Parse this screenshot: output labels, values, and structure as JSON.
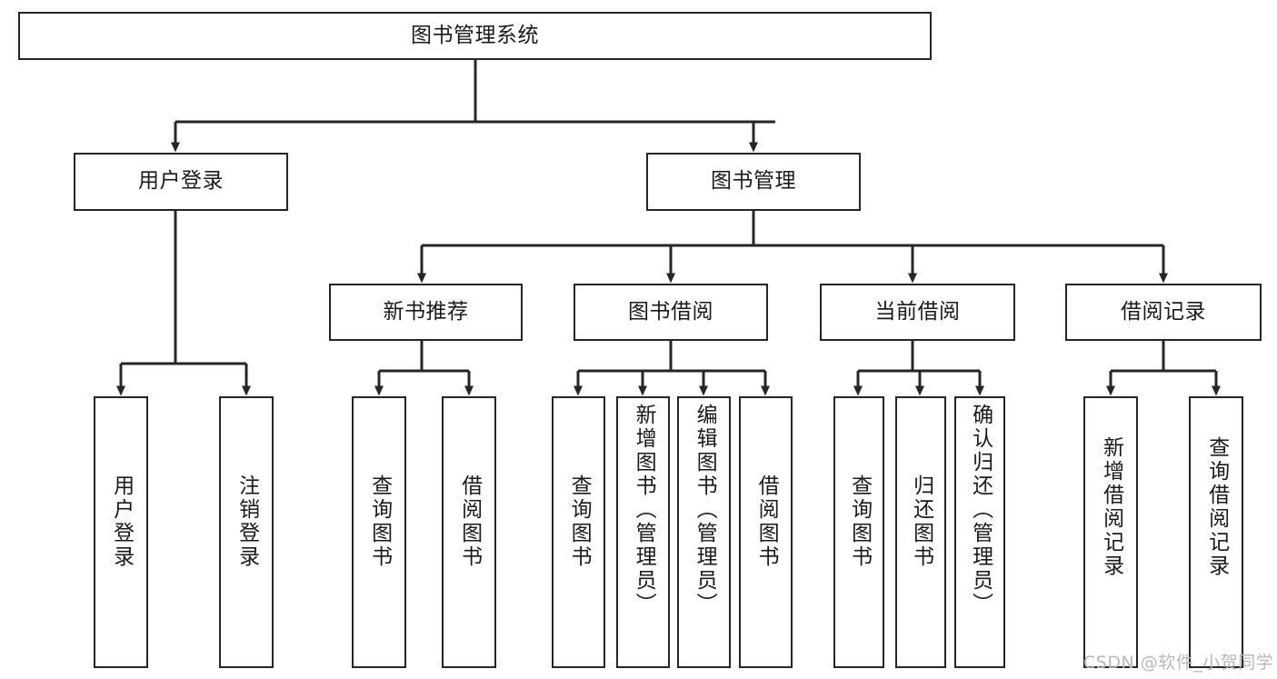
{
  "diagram": {
    "type": "tree",
    "title": "图书管理系统",
    "orientation": "top-down",
    "colors": {
      "background": "#ffffff",
      "node_border": "#262626",
      "node_fill": "#ffffff",
      "edge": "#262626",
      "label_text": "#1a1a1a",
      "watermark_text": "#b9b9b9"
    },
    "levels": [
      {
        "level": 1,
        "nodes": [
          {
            "id": "root",
            "label": "图书管理系统",
            "text_direction": "horizontal"
          }
        ]
      },
      {
        "level": 2,
        "nodes": [
          {
            "id": "user_login",
            "label": "用户登录",
            "text_direction": "horizontal"
          },
          {
            "id": "book_mgmt",
            "label": "图书管理",
            "text_direction": "horizontal"
          }
        ]
      },
      {
        "level": 3,
        "nodes": [
          {
            "id": "new_book_rec",
            "label": "新书推荐",
            "text_direction": "horizontal"
          },
          {
            "id": "book_borrow",
            "label": "图书借阅",
            "text_direction": "horizontal"
          },
          {
            "id": "current_borrow",
            "label": "当前借阅",
            "text_direction": "horizontal"
          },
          {
            "id": "borrow_record",
            "label": "借阅记录",
            "text_direction": "horizontal"
          }
        ]
      },
      {
        "level": 4,
        "nodes": [
          {
            "id": "leaf_user_login",
            "label": "用户登录",
            "text_direction": "vertical",
            "parent": "user_login"
          },
          {
            "id": "leaf_logout",
            "label": "注销登录",
            "text_direction": "vertical",
            "parent": "user_login"
          },
          {
            "id": "leaf_query_book_1",
            "label": "查询图书",
            "text_direction": "vertical",
            "parent": "new_book_rec"
          },
          {
            "id": "leaf_borrow_book_1",
            "label": "借阅图书",
            "text_direction": "vertical",
            "parent": "new_book_rec"
          },
          {
            "id": "leaf_query_book_2",
            "label": "查询图书",
            "text_direction": "vertical",
            "parent": "book_borrow"
          },
          {
            "id": "leaf_add_book",
            "label": "新增图书（管理员）",
            "text_direction": "vertical",
            "parent": "book_borrow"
          },
          {
            "id": "leaf_edit_book",
            "label": "编辑图书（管理员）",
            "text_direction": "vertical",
            "parent": "book_borrow"
          },
          {
            "id": "leaf_borrow_book_2",
            "label": "借阅图书",
            "text_direction": "vertical",
            "parent": "book_borrow"
          },
          {
            "id": "leaf_query_book_3",
            "label": "查询图书",
            "text_direction": "vertical",
            "parent": "current_borrow"
          },
          {
            "id": "leaf_return_book",
            "label": "归还图书",
            "text_direction": "vertical",
            "parent": "current_borrow"
          },
          {
            "id": "leaf_confirm_return",
            "label": "确认归还（管理员）",
            "text_direction": "vertical",
            "parent": "current_borrow"
          },
          {
            "id": "leaf_add_record",
            "label": "新增借阅记录",
            "text_direction": "vertical",
            "parent": "borrow_record"
          },
          {
            "id": "leaf_query_record",
            "label": "查询借阅记录",
            "text_direction": "vertical",
            "parent": "borrow_record"
          }
        ]
      }
    ]
  },
  "watermark": {
    "text": "CSDN @软件_小贺同学"
  }
}
